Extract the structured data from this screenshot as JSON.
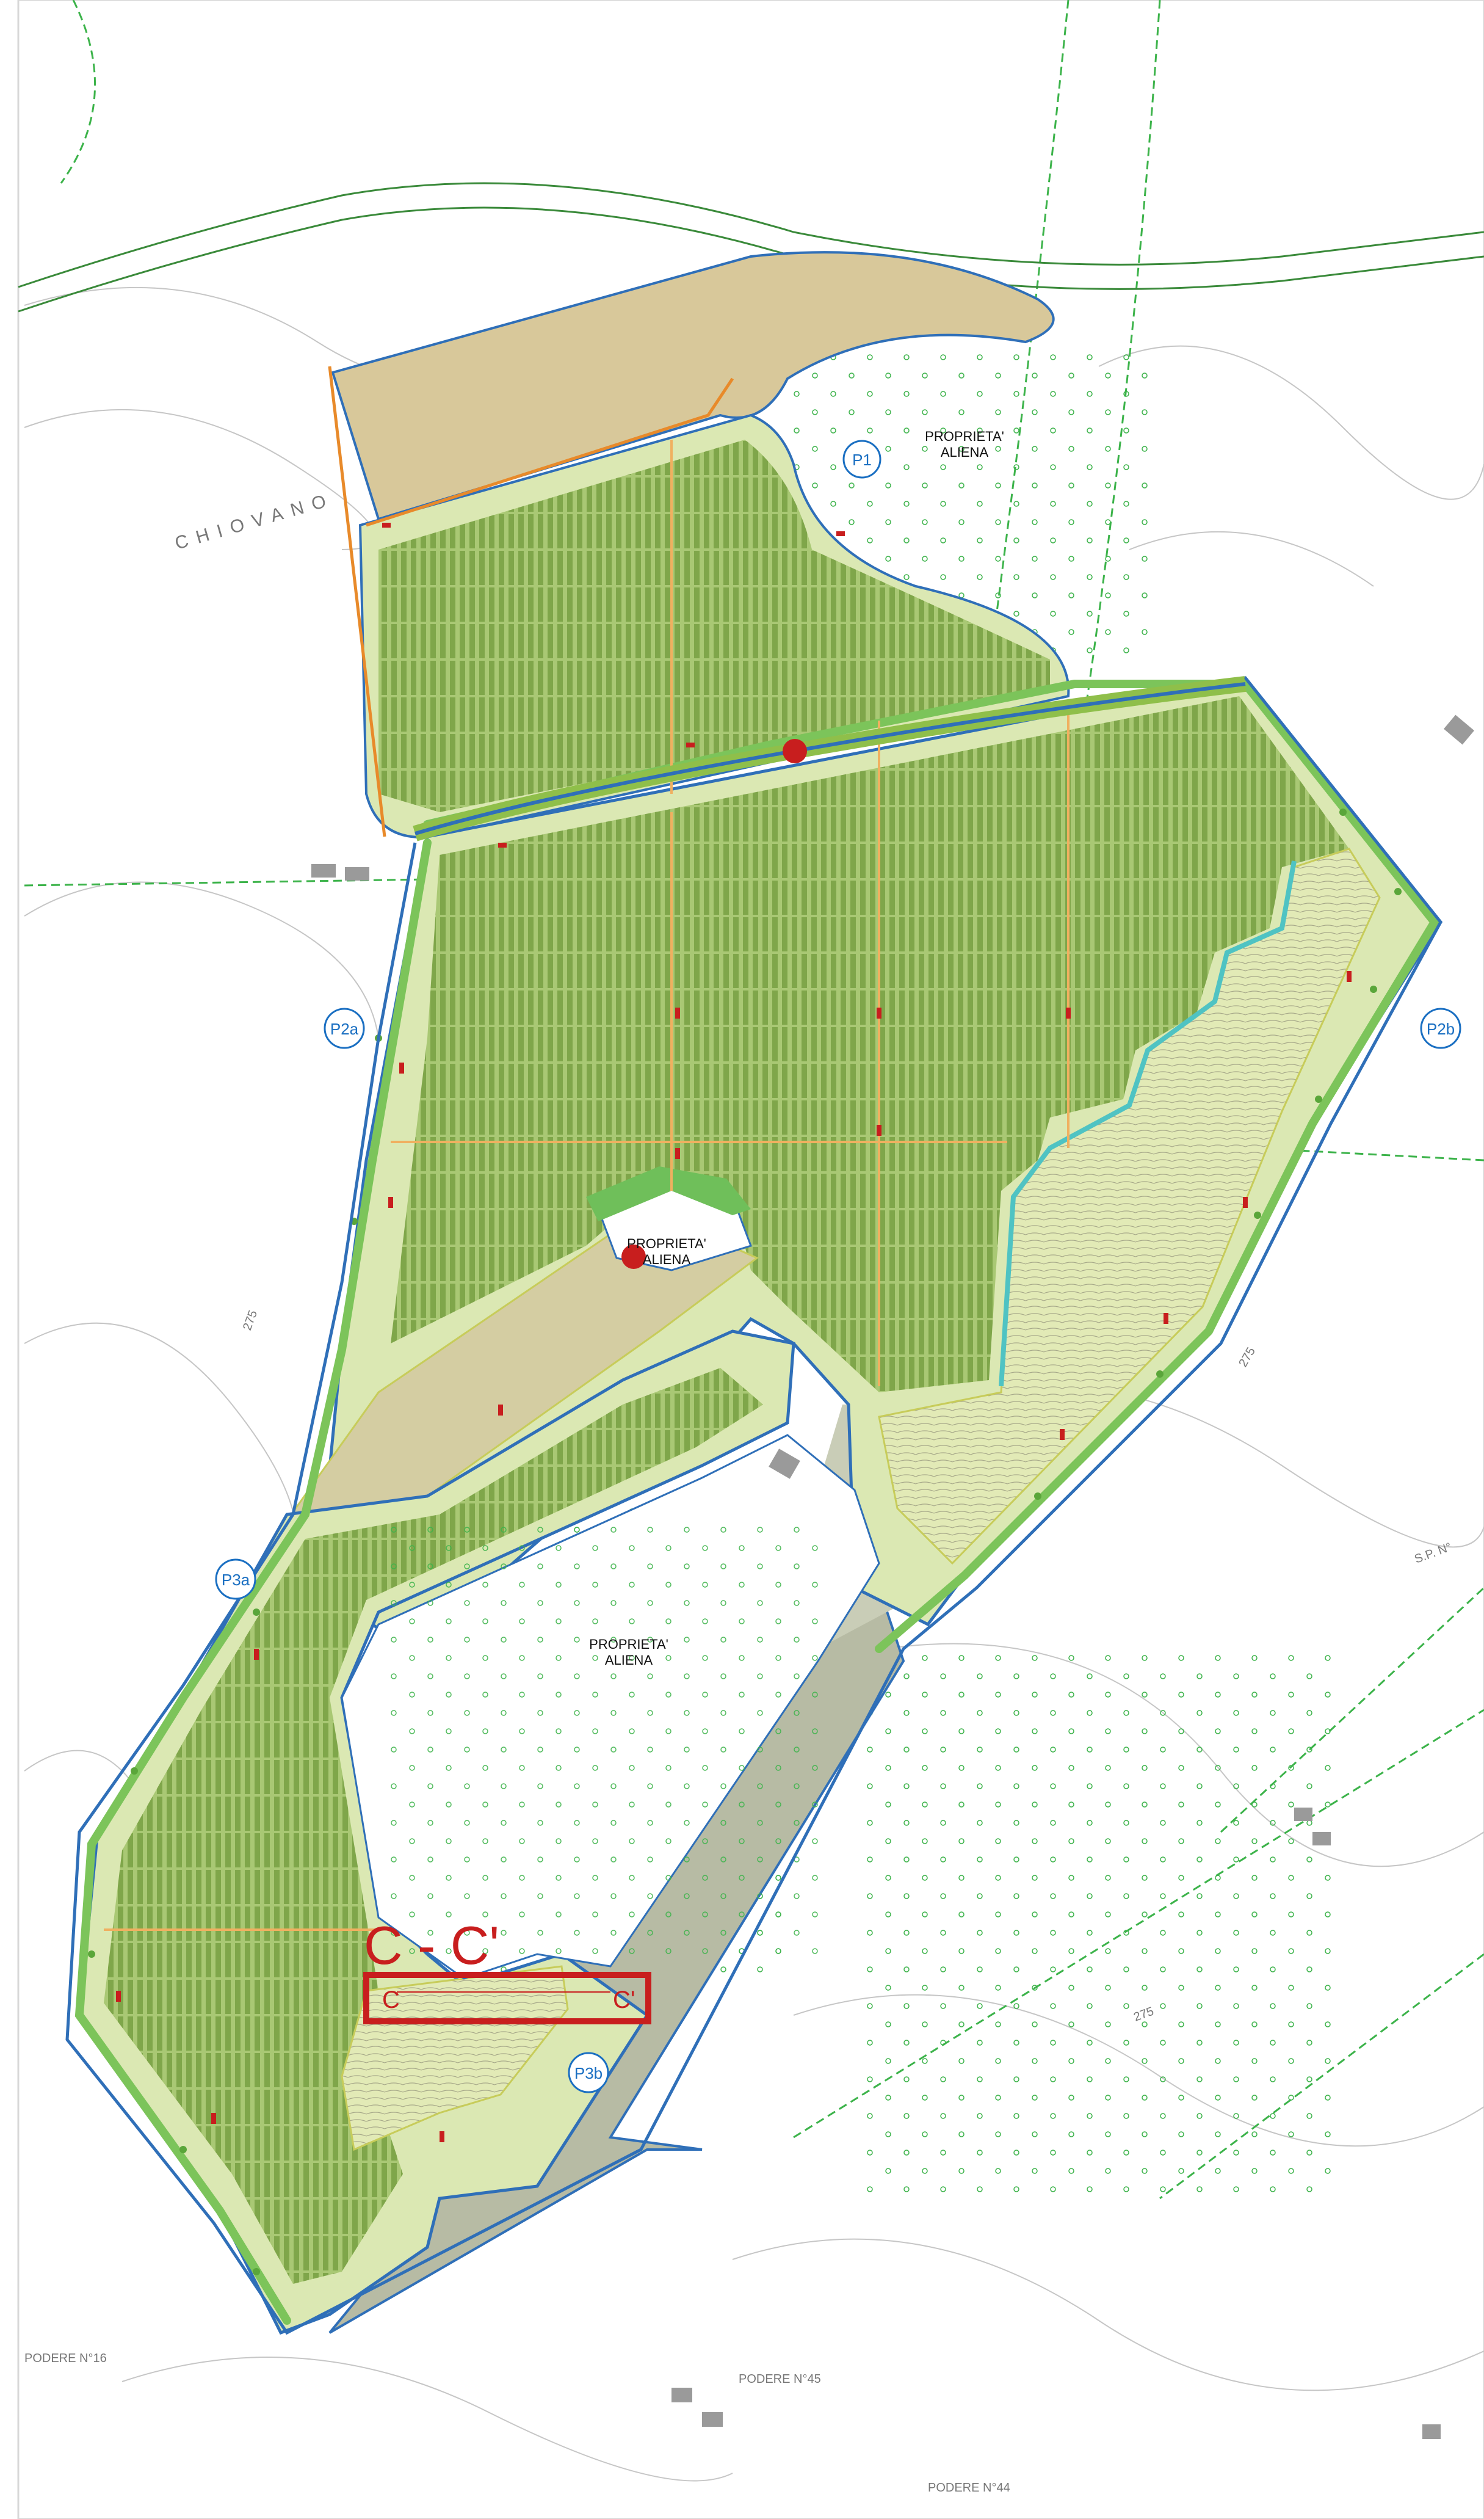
{
  "map": {
    "colors": {
      "background": "#ffffff",
      "panel_field": "#9fbf6a",
      "panel_rows": "#6f9440",
      "buffer_light": "#dbe8b3",
      "tan_zone": "#d8c89a",
      "grey_zone": "#b7bba4",
      "boundary_blue": "#2f6fb8",
      "boundary_orange": "#e88a2a",
      "hedge_green": "#6fbf5a",
      "contour": "#bfbfbf",
      "topo_green": "#3cb34a",
      "marker_red": "#c81e1e",
      "section_red": "#c81e1e"
    },
    "labels": {
      "proprieta_1": [
        "PROPRIETA'",
        "ALIENA"
      ],
      "proprieta_2": [
        "PROPRIETA'",
        "ALIENA"
      ],
      "proprieta_3": [
        "PROPRIETA'",
        "ALIENA"
      ],
      "chiovano": "CHIOVANO",
      "podere_16": "PODERE N°16",
      "podere_45": "PODERE N°45",
      "podere_44": "PODERE N°44",
      "road_sp": "S.P. N°",
      "contour_275a": "275",
      "contour_275b": "275",
      "contour_275c": "275"
    },
    "circle_labels": {
      "p1": "P1",
      "p2a": "P2a",
      "p2b": "P2b",
      "p3a": "P3a",
      "p3b": "P3b"
    },
    "section": {
      "title": "C - C'",
      "left": "C",
      "right": "C'"
    }
  }
}
